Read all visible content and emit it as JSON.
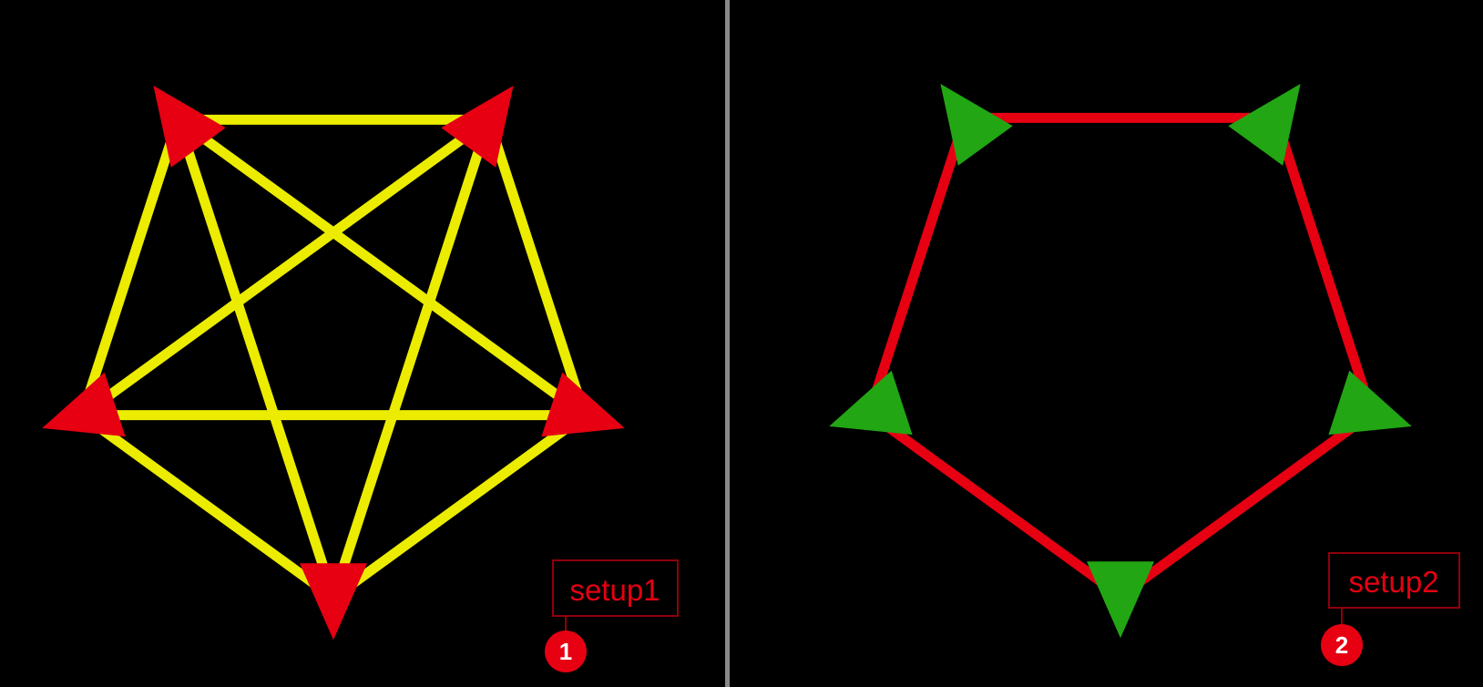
{
  "panels": [
    {
      "id": "setup1",
      "label": "setup1",
      "badge": "1",
      "edge_color": "#ecec00",
      "node_color": "#e60012",
      "graph": "complete",
      "node_count": 5,
      "marker_shape": "triangle-pointing-outward"
    },
    {
      "id": "setup2",
      "label": "setup2",
      "badge": "2",
      "edge_color": "#e60012",
      "node_color": "#22a614",
      "graph": "cycle",
      "node_count": 5,
      "marker_shape": "triangle-pointing-outward"
    }
  ],
  "divider_color": "#8a8a8a",
  "annotation_color": "#e60012"
}
